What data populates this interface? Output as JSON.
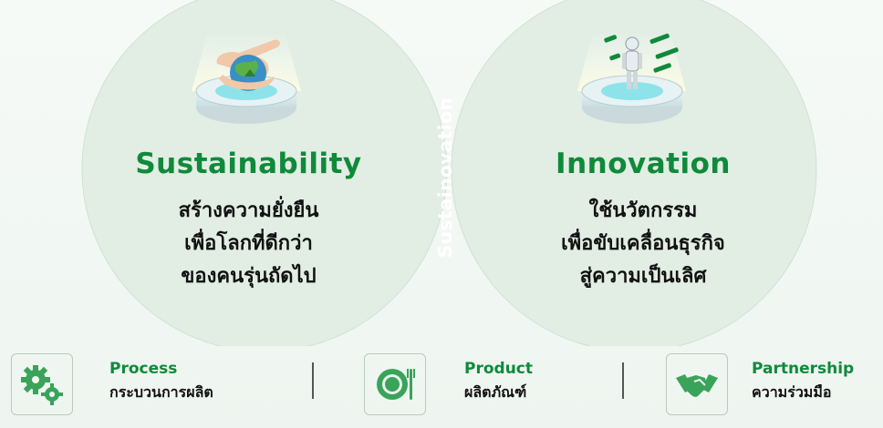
{
  "center": {
    "label": "Sustainovation"
  },
  "left": {
    "title": "Sustainability",
    "lines": [
      "สร้างความยั่งยืน",
      "เพื่อโลกที่ดีกว่า",
      "ของคนรุ่นถัดไป"
    ],
    "icon": "earth-hands-icon"
  },
  "right": {
    "title": "Innovation",
    "lines": [
      "ใช้นวัตกรรม",
      "เพื่อขับเคลื่อนธุรกิจ",
      "สู่ความเป็นเลิศ"
    ],
    "icon": "robot-icon"
  },
  "pillars": [
    {
      "title": "Process",
      "subtitle": "กระบวนการผลิต",
      "icon": "gears-icon"
    },
    {
      "title": "Product",
      "subtitle": "ผลิตภัณฑ์",
      "icon": "plate-cutlery-icon"
    },
    {
      "title": "Partnership",
      "subtitle": "ความร่วมมือ",
      "icon": "handshake-icon"
    }
  ],
  "colors": {
    "brand_green": "#0f8a3a",
    "circle_fill": "#e3efe5",
    "lens_green": "#1c9a48"
  }
}
